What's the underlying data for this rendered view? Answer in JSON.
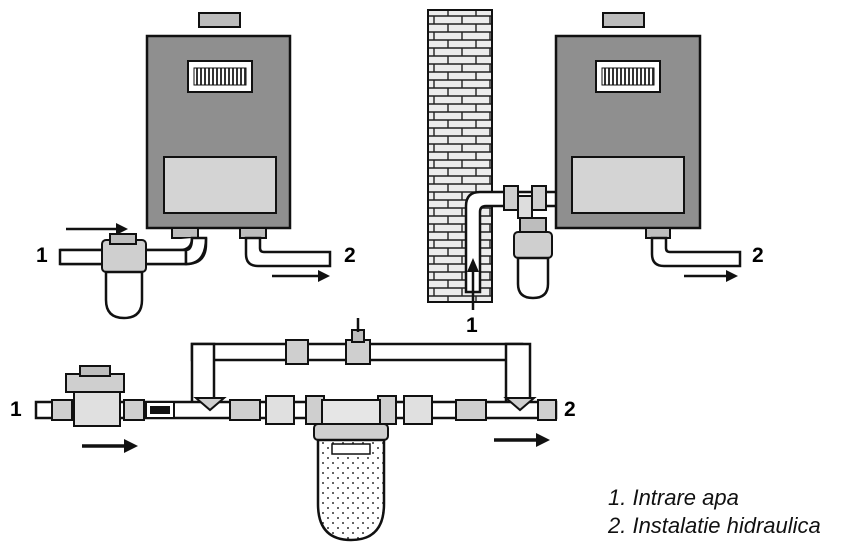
{
  "labels": {
    "inlet": "1",
    "outlet": "2"
  },
  "legend": [
    "1. Intrare apa",
    "2. Instalatie hidraulica"
  ],
  "colors": {
    "heater_body": "#8f8f8f",
    "panel": "#d4d4d4",
    "brick": "#e8e8e8",
    "line": "#111111"
  }
}
